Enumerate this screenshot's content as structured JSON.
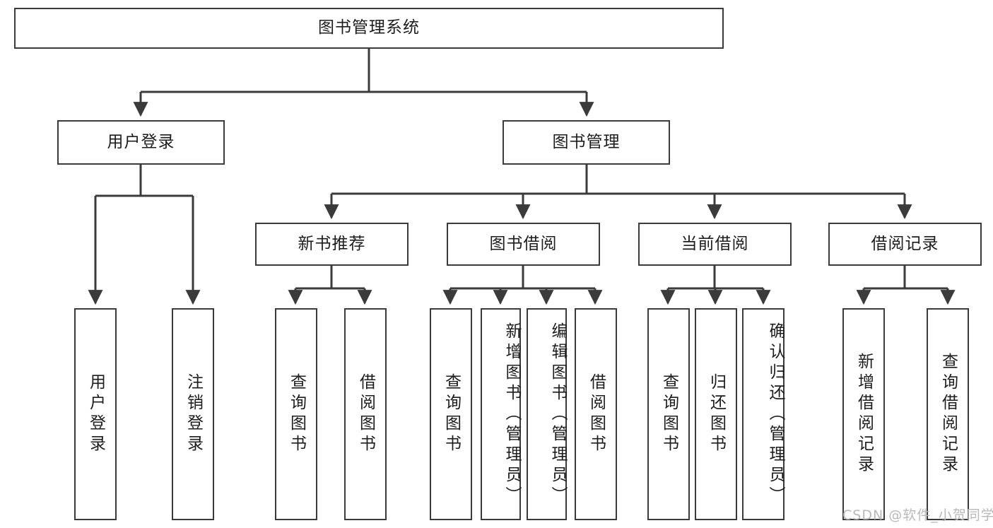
{
  "diagram": {
    "title": "图书管理系统",
    "type": "tree-hierarchy",
    "watermark": "CSDN @软件_小贺同学",
    "colors": {
      "box_border": "#3b3b3b",
      "box_fill": "#ffffff",
      "edge": "#3b3b3b",
      "text": "#1d1d1d",
      "watermark": "#b9b9b9",
      "background": "#ffffff"
    },
    "levels": {
      "root": {
        "label": "图书管理系统"
      },
      "level2": [
        {
          "label": "用户登录"
        },
        {
          "label": "图书管理"
        }
      ],
      "level3": [
        {
          "label": "新书推荐"
        },
        {
          "label": "图书借阅"
        },
        {
          "label": "当前借阅"
        },
        {
          "label": "借阅记录"
        }
      ],
      "leaves": [
        {
          "label": "用户登录",
          "parent": "用户登录"
        },
        {
          "label": "注销登录",
          "parent": "用户登录"
        },
        {
          "label": "查询图书",
          "parent": "新书推荐"
        },
        {
          "label": "借阅图书",
          "parent": "新书推荐"
        },
        {
          "label": "查询图书",
          "parent": "图书借阅"
        },
        {
          "label": "新增图书（管理员）",
          "parent": "图书借阅"
        },
        {
          "label": "编辑图书（管理员）",
          "parent": "图书借阅"
        },
        {
          "label": "借阅图书",
          "parent": "图书借阅"
        },
        {
          "label": "查询图书",
          "parent": "当前借阅"
        },
        {
          "label": "归还图书",
          "parent": "当前借阅"
        },
        {
          "label": "确认归还（管理员）",
          "parent": "当前借阅"
        },
        {
          "label": "新增借阅记录",
          "parent": "借阅记录"
        },
        {
          "label": "查询借阅记录",
          "parent": "借阅记录"
        }
      ]
    }
  }
}
